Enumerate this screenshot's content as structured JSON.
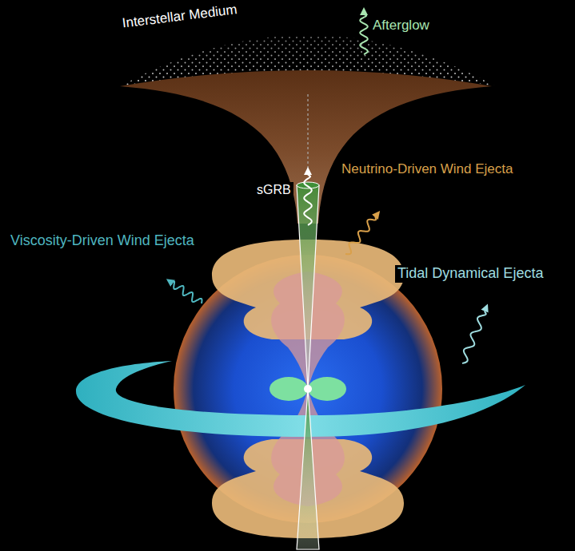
{
  "diagram": {
    "labels": [
      "Interstellar Medium",
      "Afterglow",
      "sGRB",
      "Neutrino-Driven Wind Ejecta",
      "Viscosity-Driven Wind Ejecta",
      "Tidal Dynamical Ejecta"
    ]
  }
}
